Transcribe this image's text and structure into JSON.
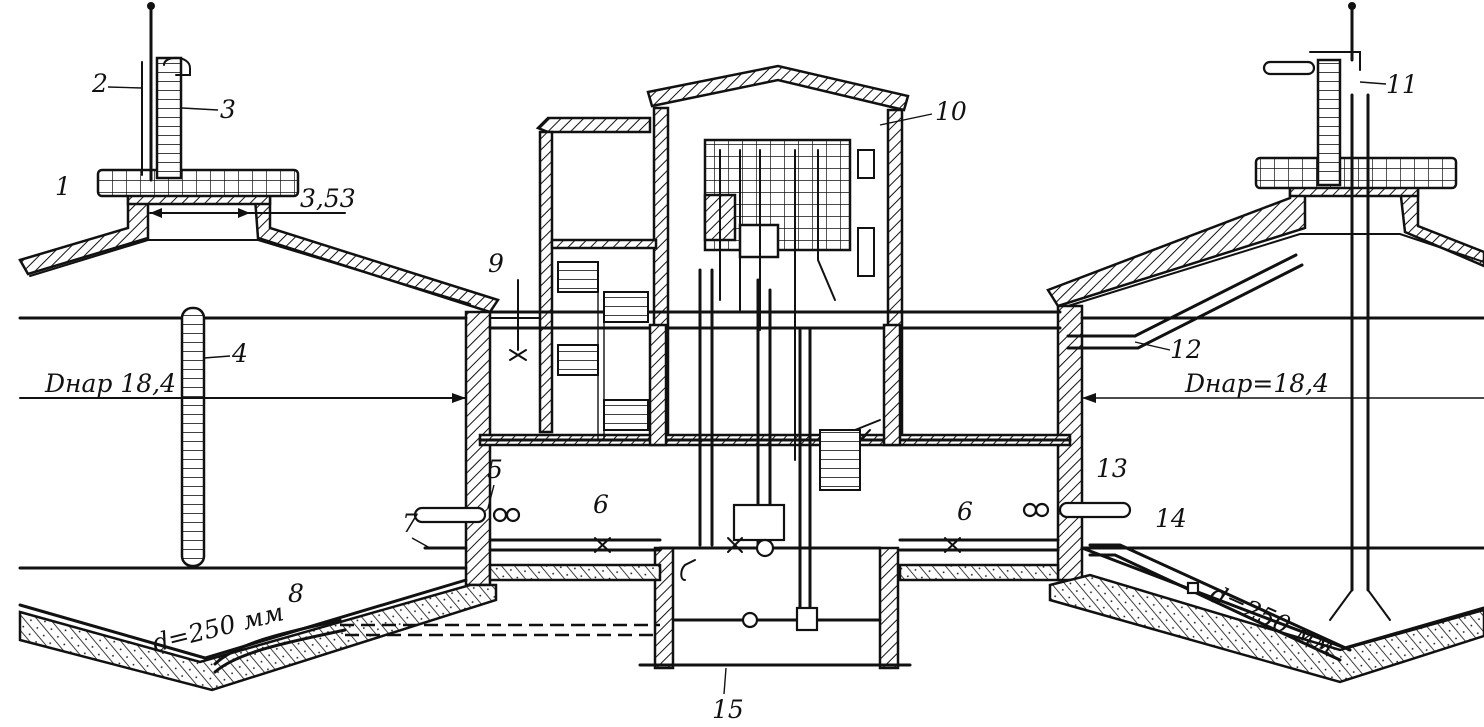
{
  "labels": {
    "n1": "1",
    "n2": "2",
    "n3": "3",
    "n4": "4",
    "n5": "5",
    "n6a": "6",
    "n6b": "6",
    "n7": "7",
    "n8": "8",
    "n9": "9",
    "n10": "10",
    "n11": "11",
    "n12": "12",
    "n13": "13",
    "n14": "14",
    "n15": "15"
  },
  "dimensions": {
    "hatch_width": "3,53",
    "left_diameter": "Dнар 18,4",
    "right_diameter": "Dнар=18,4",
    "left_pipe": "d=250 мм",
    "right_pipe": "d=250 мм"
  }
}
